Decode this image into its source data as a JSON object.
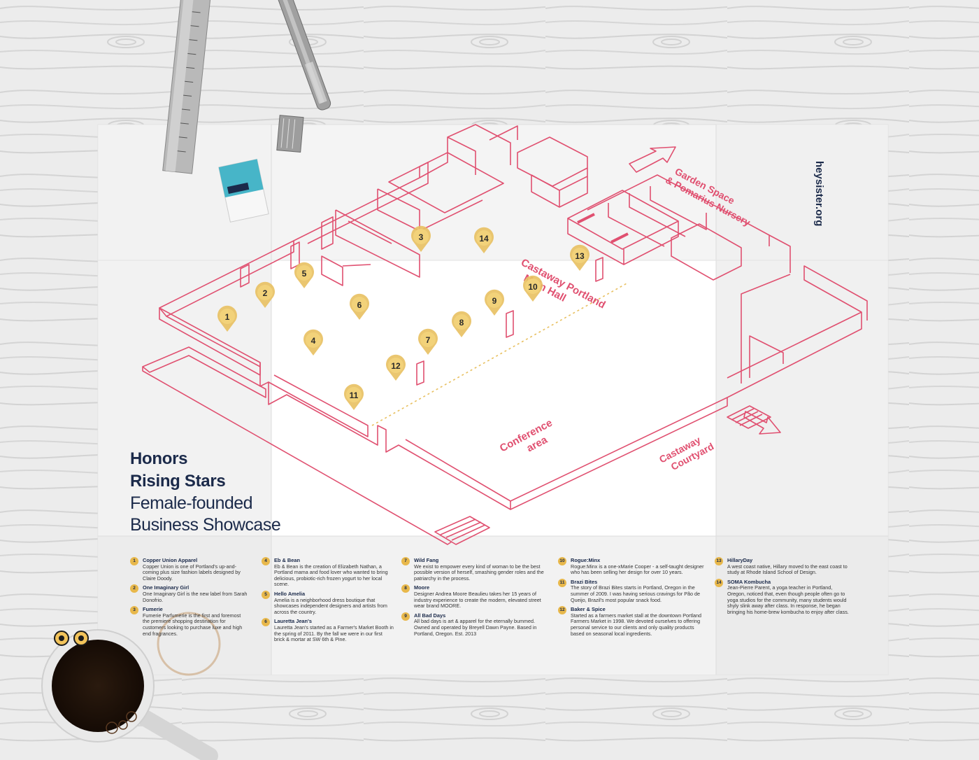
{
  "colors": {
    "wall": "#e05070",
    "pin": "#e8c060",
    "navy": "#1b2a4a",
    "paper": "#f6f6f6"
  },
  "poster": {
    "title_bold_1": "Honors",
    "title_bold_2": "Rising Stars",
    "title_light_1": "Female-founded",
    "title_light_2": "Business Showcase",
    "site": "heysister.org"
  },
  "map": {
    "labels": {
      "main_hall_1": "Castaway Portland",
      "main_hall_2": "Main Hall",
      "garden_1": "Garden Space",
      "garden_2": "& Pomarius Nursery",
      "conference_1": "Conference",
      "conference_2": "area",
      "courtyard_1": "Castaway",
      "courtyard_2": "Courtyard"
    },
    "pins": [
      "1",
      "2",
      "3",
      "4",
      "5",
      "6",
      "7",
      "8",
      "9",
      "10",
      "11",
      "12",
      "13",
      "14"
    ]
  },
  "directory": [
    {
      "num": "1",
      "name": "Copper Union Apparel",
      "desc": "Copper Union is one of Portland's up-and-coming plus size fashion labels designed by Claire Doody."
    },
    {
      "num": "2",
      "name": "One Imaginary Girl",
      "desc": "One Imaginary Girl is the new label from Sarah Donofrio."
    },
    {
      "num": "3",
      "name": "Fumerie",
      "desc": "Fumerie Parfumerie is the first and foremost the premiere shopping destination for customers looking to purchase luxe and high end fragrances."
    },
    {
      "num": "4",
      "name": "Eb & Bean",
      "desc": "Eb & Bean is the creation of Elizabeth Nathan, a Portland mama and food lover who wanted to bring delicious, probiotic-rich frozen yogurt to her local scene."
    },
    {
      "num": "5",
      "name": "Hello Amelia",
      "desc": "Amelia is a neighborhood dress boutique that showcases independent designers and artists from across the country."
    },
    {
      "num": "6",
      "name": "Lauretta Jean's",
      "desc": "Lauretta Jean's started as a Farmer's Market Booth in the spring of 2011. By the fall we were in our first brick & mortar at SW 6th & Pine."
    },
    {
      "num": "7",
      "name": "Wild Fang",
      "desc": "We exist to empower every kind of woman to be the best possible version of herself, smashing gender roles and the patriarchy in the process."
    },
    {
      "num": "8",
      "name": "Moore",
      "desc": "Designer Andrea Moore Beaulieu takes her 15 years of industry experience to create the modern, elevated street wear brand MOORE."
    },
    {
      "num": "9",
      "name": "All Bad Days",
      "desc": "All bad days is art & apparel for the eternally bummed. Owned and operated by Breyell Dawn Payne. Based in Portland, Oregon. Est. 2013"
    },
    {
      "num": "10",
      "name": "Rogue:Minx",
      "desc": "Rogue:Minx is a one-xMarie Cooper - a self-taught designer who has been selling her design for over 10 years."
    },
    {
      "num": "11",
      "name": "Brazi Bites",
      "desc": "The story of Brazi Bites starts in Portland, Oregon in the summer of 2009. I was having serious cravings for Pão de Queijo, Brazil's most popular snack food."
    },
    {
      "num": "12",
      "name": "Baker & Spice",
      "desc": "Started as a farmers market stall at the downtown Portland Farmers Market in 1998. We devoted ourselves to offering personal service to our clients and only quality products based on seasonal local ingredients."
    },
    {
      "num": "13",
      "name": "HillaryDay",
      "desc": "A west coast native, Hillary moved to the east coast to study at Rhode Island School of Design."
    },
    {
      "num": "14",
      "name": "SOMA Kombucha",
      "desc": "Jean-Pierre Parent, a yoga teacher in Portland, Oregon, noticed that, even though people often go to yoga studios for the community, many students would shyly slink away after class. In response, he began bringing his home-brew kombucha to enjoy after class."
    }
  ]
}
